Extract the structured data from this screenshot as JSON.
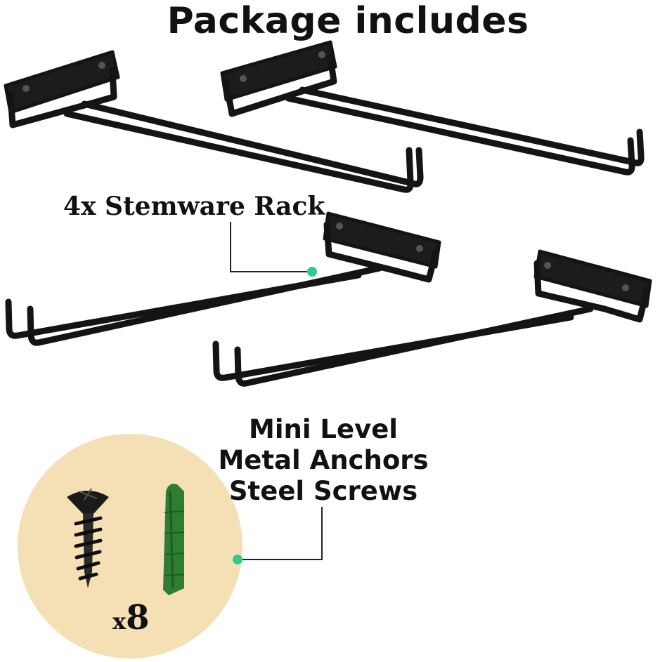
{
  "header": {
    "title": "Package includes"
  },
  "rack_callout": {
    "label": "4x Stemware Rack"
  },
  "accessories_callout": {
    "lines": [
      "Mini Level",
      "Metal Anchors",
      "Steel Screws"
    ]
  },
  "accessories_badge": {
    "times": "x",
    "count": "8"
  },
  "colors": {
    "metal": "#141414",
    "plate": "#1c1c1c",
    "circle": "#f5dfb4",
    "anchor": "#2e7d32",
    "dot": "#2ecc8a"
  },
  "icons": [
    "stemware-rack-icon",
    "screw-icon",
    "plastic-anchor-icon"
  ]
}
